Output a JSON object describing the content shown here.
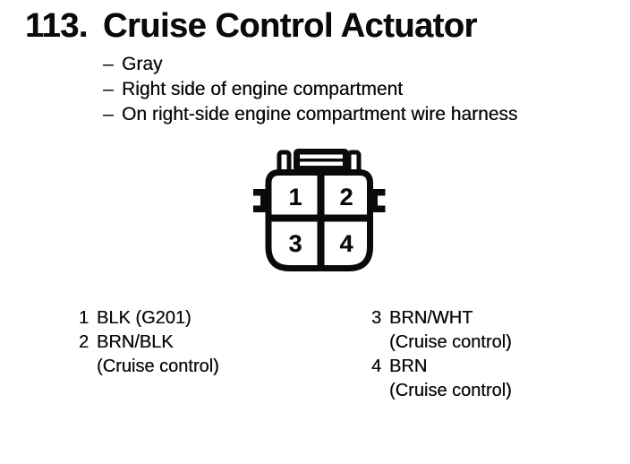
{
  "page": {
    "item_number": "113.",
    "title": "Cruise Control Actuator",
    "bullet_dash": "–",
    "bullets": [
      "Gray",
      "Right side of engine compartment",
      "On right-side engine compartment wire harness"
    ]
  },
  "connector": {
    "pins": [
      "1",
      "2",
      "3",
      "4"
    ]
  },
  "legend": {
    "left": [
      {
        "pin": "1",
        "lines": [
          "BLK (G201)"
        ]
      },
      {
        "pin": "2",
        "lines": [
          "BRN/BLK",
          "(Cruise control)"
        ]
      }
    ],
    "right": [
      {
        "pin": "3",
        "lines": [
          "BRN/WHT",
          "(Cruise control)"
        ]
      },
      {
        "pin": "4",
        "lines": [
          "BRN",
          "(Cruise control)"
        ]
      }
    ]
  },
  "colors": {
    "ink": "#0a0a0a",
    "paper": "#ffffff"
  }
}
